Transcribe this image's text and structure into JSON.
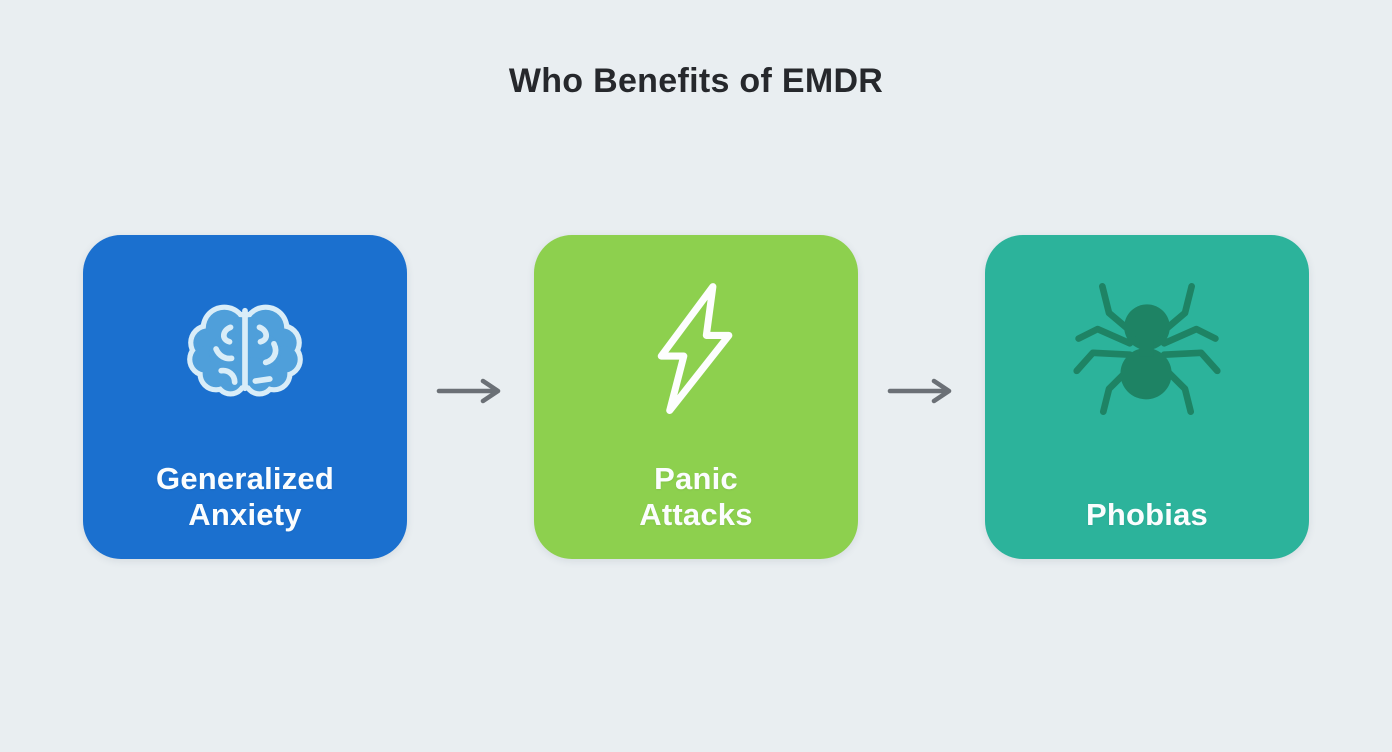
{
  "title": "Who Benefits of EMDR",
  "colors": {
    "background": "#e9eef1",
    "title_text": "#26282c",
    "label_text": "#fbfdfe",
    "arrow": "#6b7076",
    "card_blue": "#1b70cf",
    "card_green": "#8dd04e",
    "card_teal": "#2cb39b",
    "brain_fill": "#4f9fda",
    "brain_outline": "#d9edf8",
    "bolt_stroke": "#fdfefe",
    "spider_fill": "#1e8364"
  },
  "cards": [
    {
      "id": "generalized-anxiety",
      "icon": "brain-icon",
      "color": "#1b70cf",
      "label_line1": "Generalized",
      "label_line2": "Anxiety"
    },
    {
      "id": "panic-attacks",
      "icon": "lightning-bolt-icon",
      "color": "#8dd04e",
      "label_line1": "Panic",
      "label_line2": "Attacks"
    },
    {
      "id": "phobias",
      "icon": "spider-icon",
      "color": "#2cb39b",
      "label_line1": "Phobias",
      "label_line2": ""
    }
  ],
  "arrows": [
    {
      "icon": "arrow-right-icon"
    },
    {
      "icon": "arrow-right-icon"
    }
  ]
}
